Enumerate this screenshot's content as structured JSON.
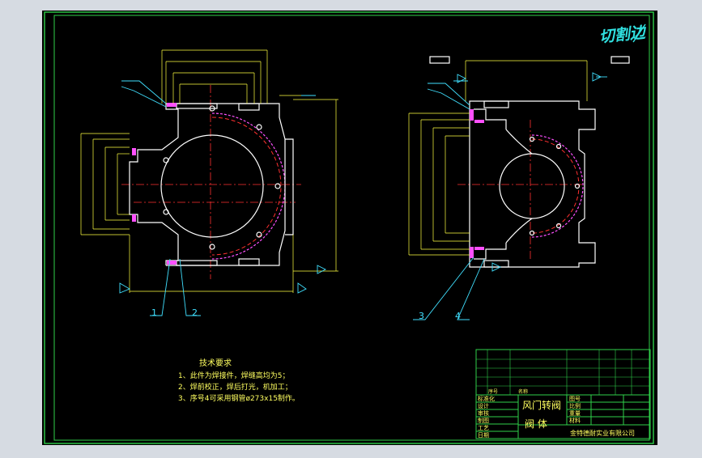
{
  "colors": {
    "sheet_background": "#000000",
    "frame_green": "#2fd14a",
    "part_white": "#ffffff",
    "center_red": "#ff3030",
    "hatch_magenta": "#ff50ff",
    "dimension_yellow": "#ffff40",
    "leader_cyan": "#40e0ff",
    "text_yellow": "#ffff60",
    "signature_cyan": "#30e0e0"
  },
  "corner_signature": "切割边",
  "balloons": [
    "1",
    "2",
    "3",
    "4"
  ],
  "technical_requirements": {
    "heading": "技术要求",
    "items": [
      "1、此件为焊接件，焊缝高均为5；",
      "2、焊前校正，焊后打光，机加工；",
      "3、序号4可采用钢管ø273x15制作。"
    ]
  },
  "title_block": {
    "drawing_title": "风门转阀",
    "part_name": "阀    体",
    "company": "金特德耐实业有限公司",
    "role_labels": [
      "标准化",
      "设计",
      "审核",
      "制图",
      "工艺",
      "日期"
    ],
    "bom_labels": [
      "序号",
      "名称"
    ],
    "field_labels": [
      "图号",
      "比例",
      "重量",
      "材料"
    ]
  }
}
